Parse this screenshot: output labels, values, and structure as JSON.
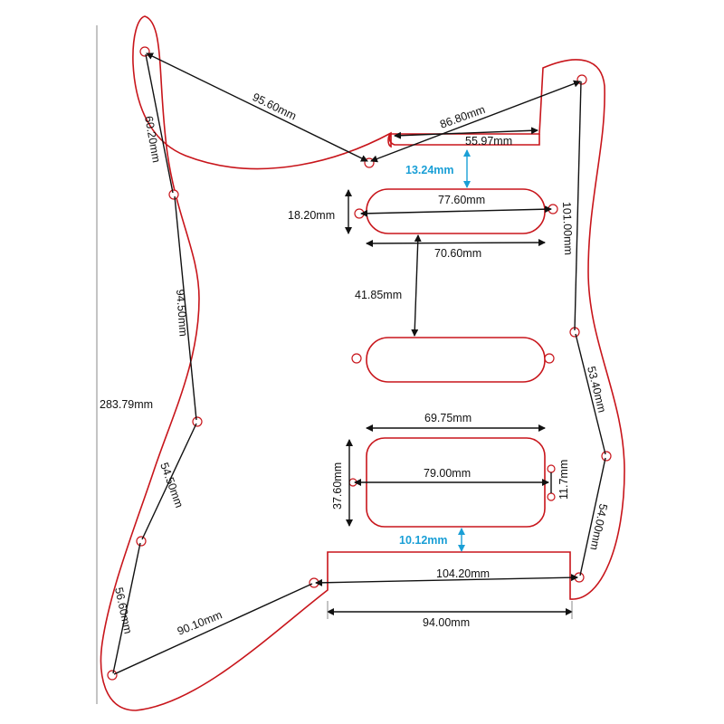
{
  "overall_height": "283.79mm",
  "dimensions": {
    "top_left_to_center": "95.60mm",
    "top_right_to_center": "86.80mm",
    "neck_pocket_width": "55.97mm",
    "neck_to_pickup_gap": "13.24mm",
    "pickup1_hole_spacing": "77.60mm",
    "pickup1_height": "18.20mm",
    "pickup1_width": "70.60mm",
    "pickup_spacing": "41.85mm",
    "humbucker_width": "69.75mm",
    "humbucker_hole_spacing": "79.00mm",
    "humbucker_height": "37.60mm",
    "humbucker_hole_offset": "11.7mm",
    "humbucker_to_bottom_gap": "10.12mm",
    "bottom_hole_spacing": "104.20mm",
    "bottom_cutout_width": "94.00mm",
    "left_upper": "60.20mm",
    "left_middle": "94.50mm",
    "left_lower": "54.50mm",
    "left_bottom": "56.60mm",
    "bottom_left_diagonal": "90.10mm",
    "right_upper": "101.00mm",
    "right_middle": "53.40mm",
    "right_lower": "54.00mm"
  },
  "colors": {
    "outline": "#c8151b",
    "dimension": "#111111",
    "highlight": "#1a9fd6"
  }
}
